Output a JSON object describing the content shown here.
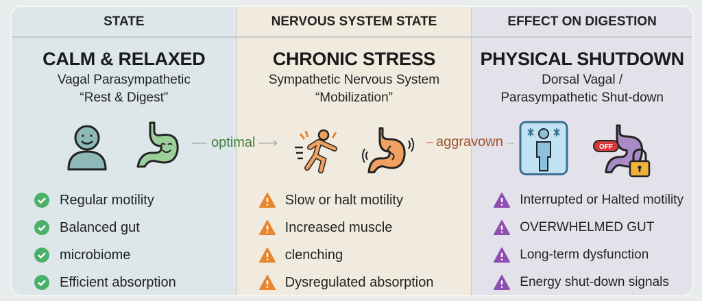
{
  "columns": [
    {
      "header": "STATE",
      "title": "CALM & RELAXED",
      "subtitle": [
        "Vagal Parasympathetic",
        "“Rest & Digest”"
      ],
      "bullets": [
        "Regular motility",
        "Balanced gut",
        "microbiome",
        "Efficient absorption"
      ],
      "bullet_icon": "check-circle-icon",
      "color": "#4caf6a"
    },
    {
      "header": "NERVOUS SYSTEM STATE",
      "title": "CHRONIC STRESS",
      "subtitle": [
        "Sympathetic Nervous System",
        "“Mobilization”"
      ],
      "bullets": [
        "Slow or halt motility",
        "Increased muscle",
        "clenching",
        "Dysregulated absorption"
      ],
      "bullet_icon": "warning-triangle-icon",
      "color": "#e8852f"
    },
    {
      "header": "EFFECT ON DIGESTION",
      "title": "PHYSICAL SHUTDOWN",
      "subtitle": [
        "Dorsal Vagal /",
        "Parasympathetic Shut-down"
      ],
      "bullets": [
        "Interrupted or Halted motility",
        "OVERWHELMED GUT",
        "Long-term dysfunction",
        "Energy shut-down signals"
      ],
      "bullet_icon": "warning-triangle-icon",
      "color": "#8e4fb0"
    }
  ],
  "arrows": [
    {
      "label": "optimal",
      "color": "#3f7d3f"
    },
    {
      "label": "aggravown",
      "color": "#a0522d"
    }
  ],
  "off_badge": "OFF"
}
